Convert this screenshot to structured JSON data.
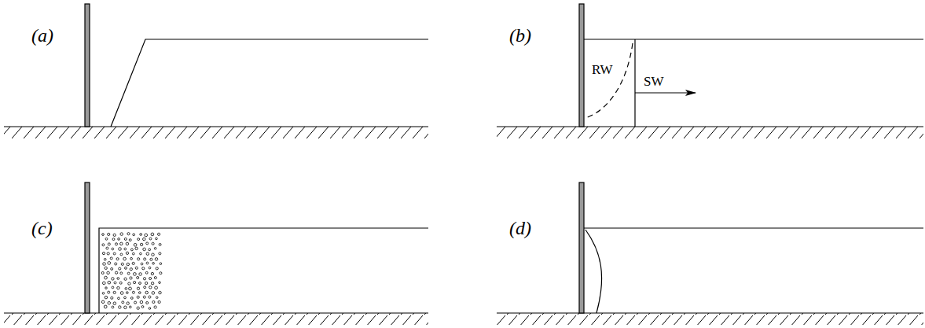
{
  "diagram": {
    "labels": [
      "(a)",
      "(b)",
      "(c)",
      "(d)",
      "RW",
      "SW"
    ]
  }
}
